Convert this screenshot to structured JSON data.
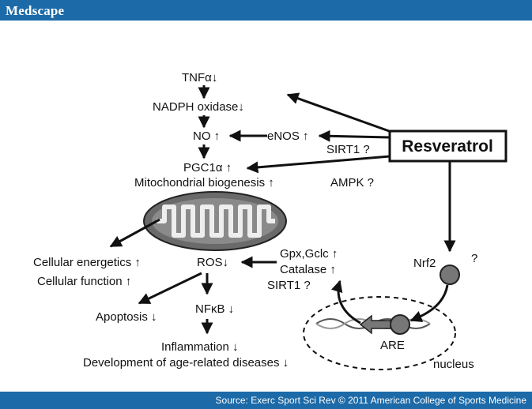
{
  "header": {
    "brand": "Medscape"
  },
  "footer": {
    "source": "Source: Exerc Sport Sci Rev © 2011 American College of Sports Medicine"
  },
  "diagram": {
    "resveratrol": "Resveratrol",
    "tnf": "TNFα↓",
    "nadph": "NADPH oxidase↓",
    "no": "NO ↑",
    "enos": "eNOS ↑",
    "sirt1_q": "SIRT1 ?",
    "pgc": "PGC1α ↑",
    "mito_bio": "Mitochondrial biogenesis ↑",
    "ampk": "AMPK ?",
    "cell_energetics": "Cellular energetics ↑",
    "cell_function": "Cellular function ↑",
    "ros": "ROS↓",
    "gpx": "Gpx,Gclc ↑",
    "catalase": "Catalase ↑",
    "sirt1_q2": "SIRT1 ?",
    "nrf2": "Nrf2",
    "nrf2_q": "?",
    "apoptosis": "Apoptosis ↓",
    "nfkb": "NFκB ↓",
    "inflammation": "Inflammation ↓",
    "age_diseases": "Development of age-related diseases ↓",
    "are": "ARE",
    "nucleus": "nucleus"
  }
}
